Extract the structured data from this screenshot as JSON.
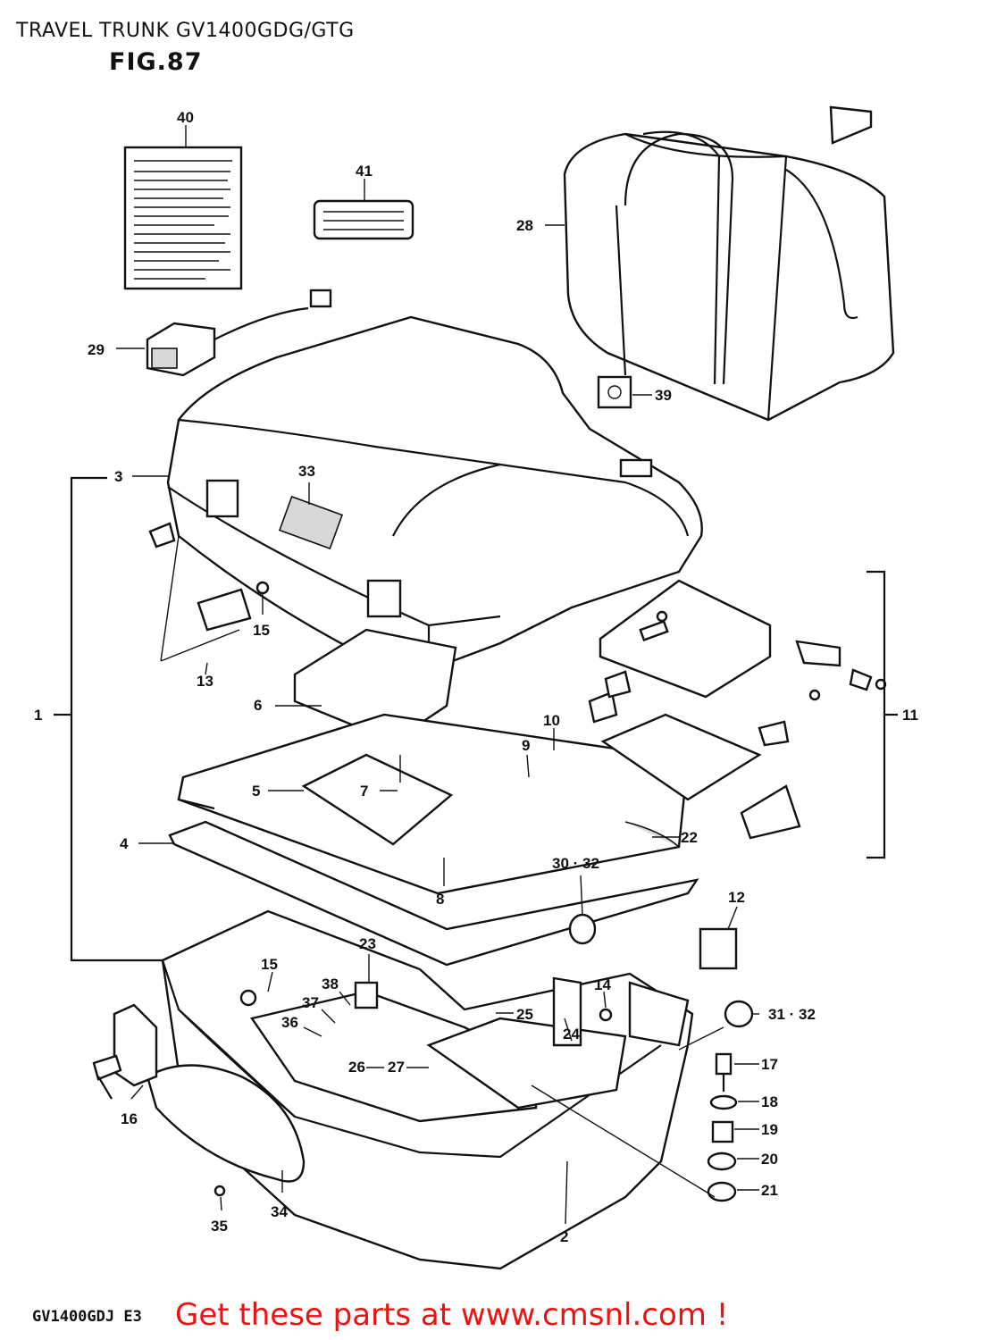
{
  "header": {
    "title": "TRAVEL TRUNK GV1400GDG/GTG",
    "figure": "FIG.87"
  },
  "footer": {
    "model_code": "GV1400GDJ E3",
    "promo": "Get these parts at www.cmsnl.com !"
  },
  "callouts": {
    "c1": "1",
    "c2": "2",
    "c3": "3",
    "c4": "4",
    "c5": "5",
    "c6": "6",
    "c7": "7",
    "c8": "8",
    "c9": "9",
    "c10": "10",
    "c11": "11",
    "c12": "12",
    "c13": "13",
    "c14": "14",
    "c15a": "15",
    "c15b": "15",
    "c16": "16",
    "c17": "17",
    "c18": "18",
    "c19": "19",
    "c20": "20",
    "c21": "21",
    "c22": "22",
    "c23": "23",
    "c24": "24",
    "c25": "25",
    "c26": "26",
    "c27": "27",
    "c28": "28",
    "c29": "29",
    "c30_32": "30 · 32",
    "c31_32": "31 · 32",
    "c33": "33",
    "c34": "34",
    "c35": "35",
    "c36": "36",
    "c37": "37",
    "c38": "38",
    "c39": "39",
    "c40": "40",
    "c41": "41"
  },
  "colors": {
    "line": "#111111",
    "promo": "#ee1111",
    "background": "#ffffff"
  }
}
